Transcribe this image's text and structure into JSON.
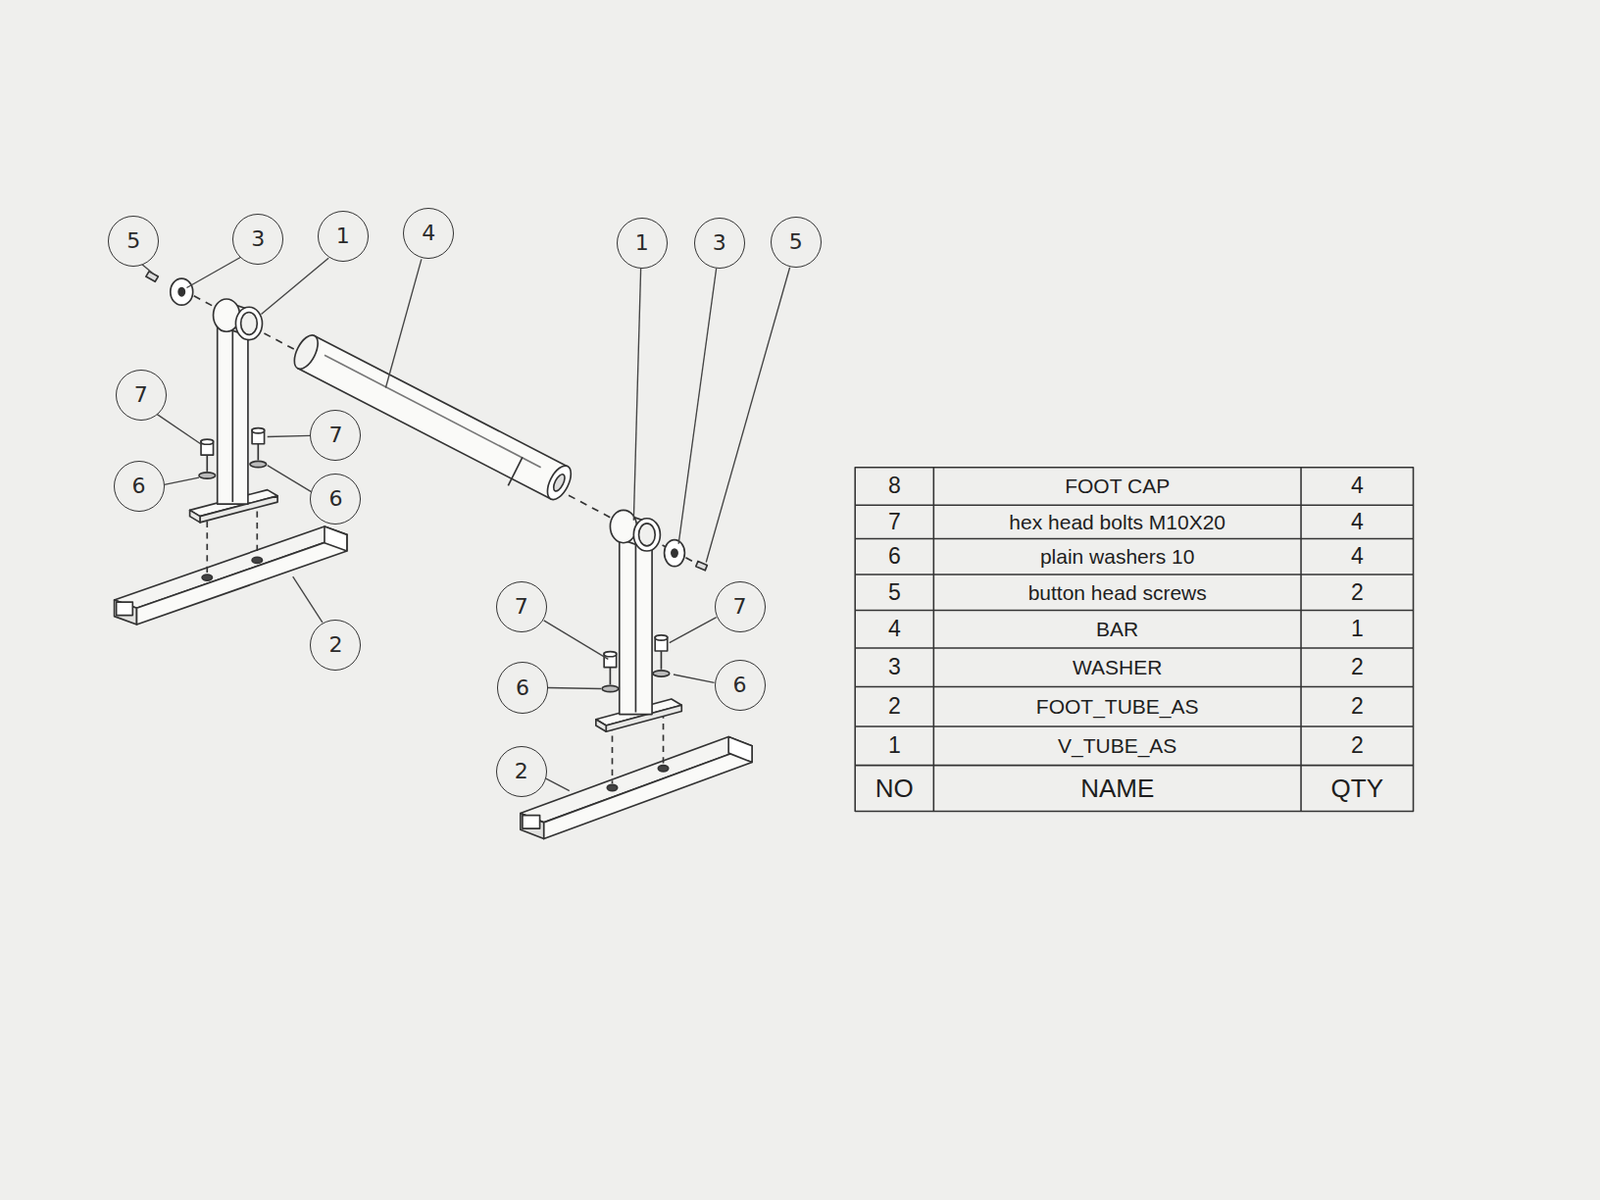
{
  "diagram": {
    "nodes": [
      {
        "text": [
          "5"
        ]
      },
      {
        "text": [
          "3"
        ]
      },
      {
        "text": [
          "1"
        ]
      },
      {
        "text": [
          "4"
        ]
      },
      {
        "text": [
          "1"
        ]
      },
      {
        "text": [
          "3"
        ]
      },
      {
        "text": [
          "5"
        ]
      },
      {
        "text": [
          "7"
        ]
      },
      {
        "text": [
          "7"
        ]
      },
      {
        "text": [
          "6"
        ]
      },
      {
        "text": [
          "6"
        ]
      },
      {
        "text": [
          "7"
        ]
      },
      {
        "text": [
          "7"
        ]
      },
      {
        "text": [
          "2"
        ]
      },
      {
        "text": [
          "6"
        ]
      },
      {
        "text": [
          "6"
        ]
      },
      {
        "text": [
          "2"
        ]
      }
    ],
    "labels": [
      "8",
      "FOOT CAP",
      "4",
      "7",
      "hex head bolts M10X20",
      "4",
      "6",
      "plain washers 10",
      "4",
      "5",
      "button head screws",
      "2",
      "4",
      "BAR",
      "1",
      "3",
      "WASHER",
      "2",
      "2",
      "FOOT_TUBE_AS",
      "2",
      "1",
      "V_TUBE_AS",
      "2",
      "NO",
      "NAME",
      "QTY"
    ]
  }
}
